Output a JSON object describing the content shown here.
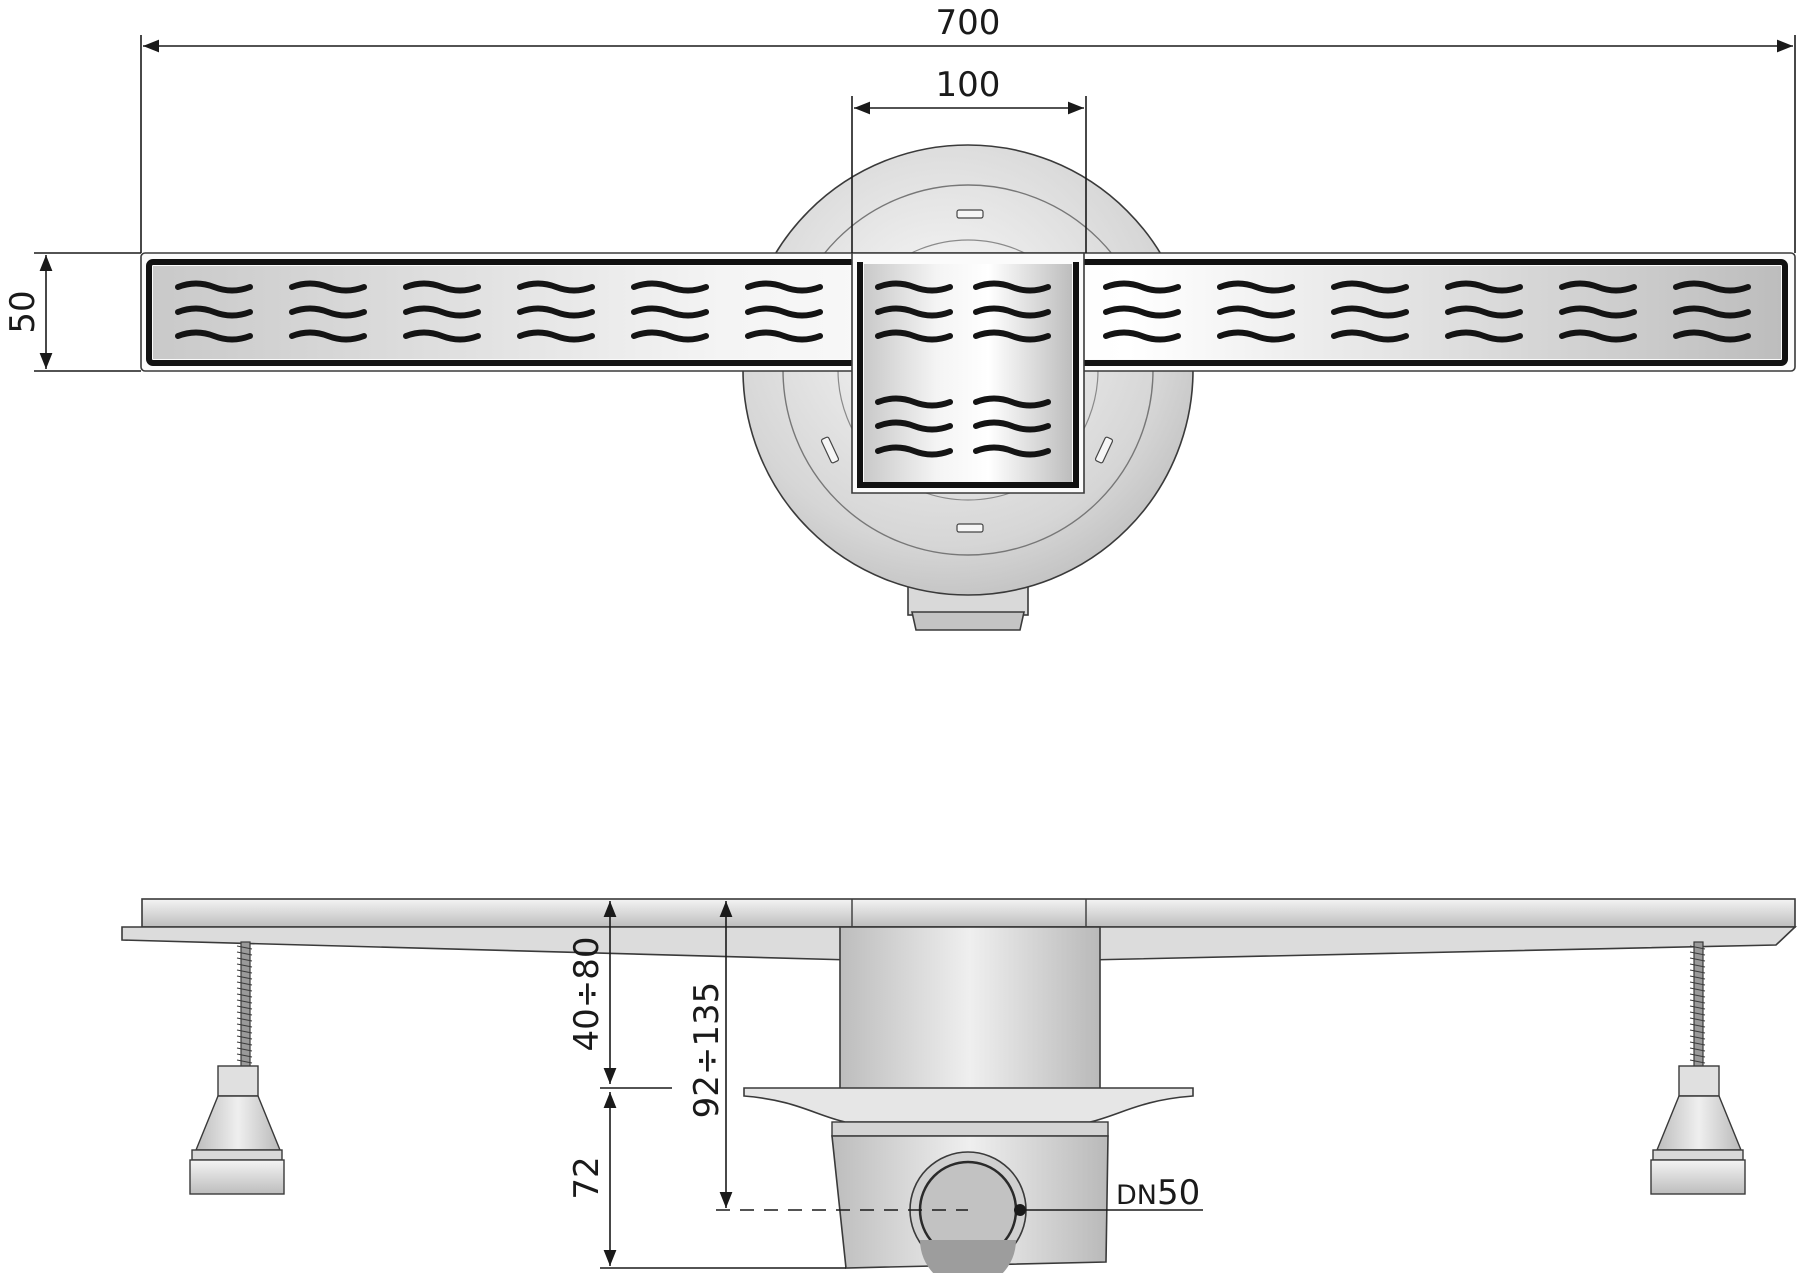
{
  "top_view": {
    "overall_length": "700",
    "outlet_width": "100",
    "channel_width": "50"
  },
  "side_view": {
    "adjust_height": "40÷80",
    "total_height": "92÷135",
    "trap_height": "72",
    "outlet_prefix": "DN",
    "outlet_size": "50"
  },
  "colors": {
    "steel_light": "#f2f2f2",
    "steel_mid": "#cfcfcf",
    "steel_dark": "#9a9a9a",
    "line": "#1a1a1a"
  }
}
